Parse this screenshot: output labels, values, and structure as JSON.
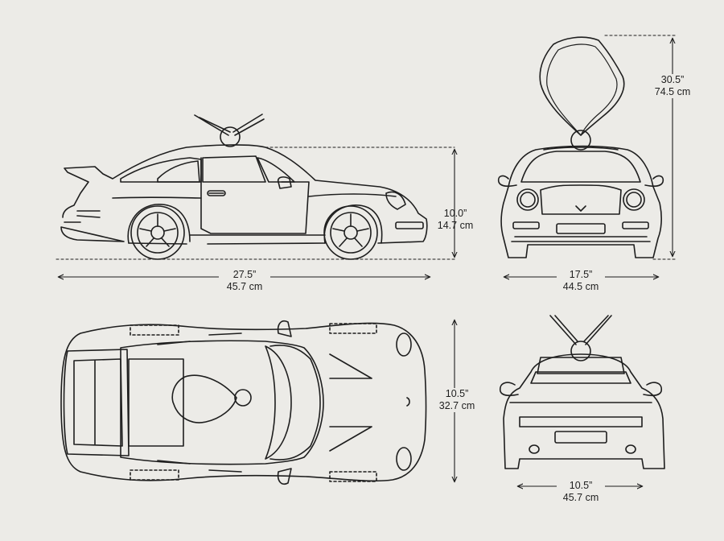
{
  "dimensions": {
    "side_length": {
      "inches": "27.5”",
      "cm": "45.7 cm"
    },
    "side_height": {
      "inches": "10.0”",
      "cm": "14.7 cm"
    },
    "front_width": {
      "inches": "17.5”",
      "cm": "44.5 cm"
    },
    "front_height": {
      "inches": "30.5”",
      "cm": "74.5 cm"
    },
    "top_width": {
      "inches": "10.5”",
      "cm": "32.7 cm"
    },
    "rear_width": {
      "inches": "10.5”",
      "cm": "45.7 cm"
    }
  },
  "colors": {
    "background": "#ecebe7",
    "line": "#1e1e1e"
  }
}
